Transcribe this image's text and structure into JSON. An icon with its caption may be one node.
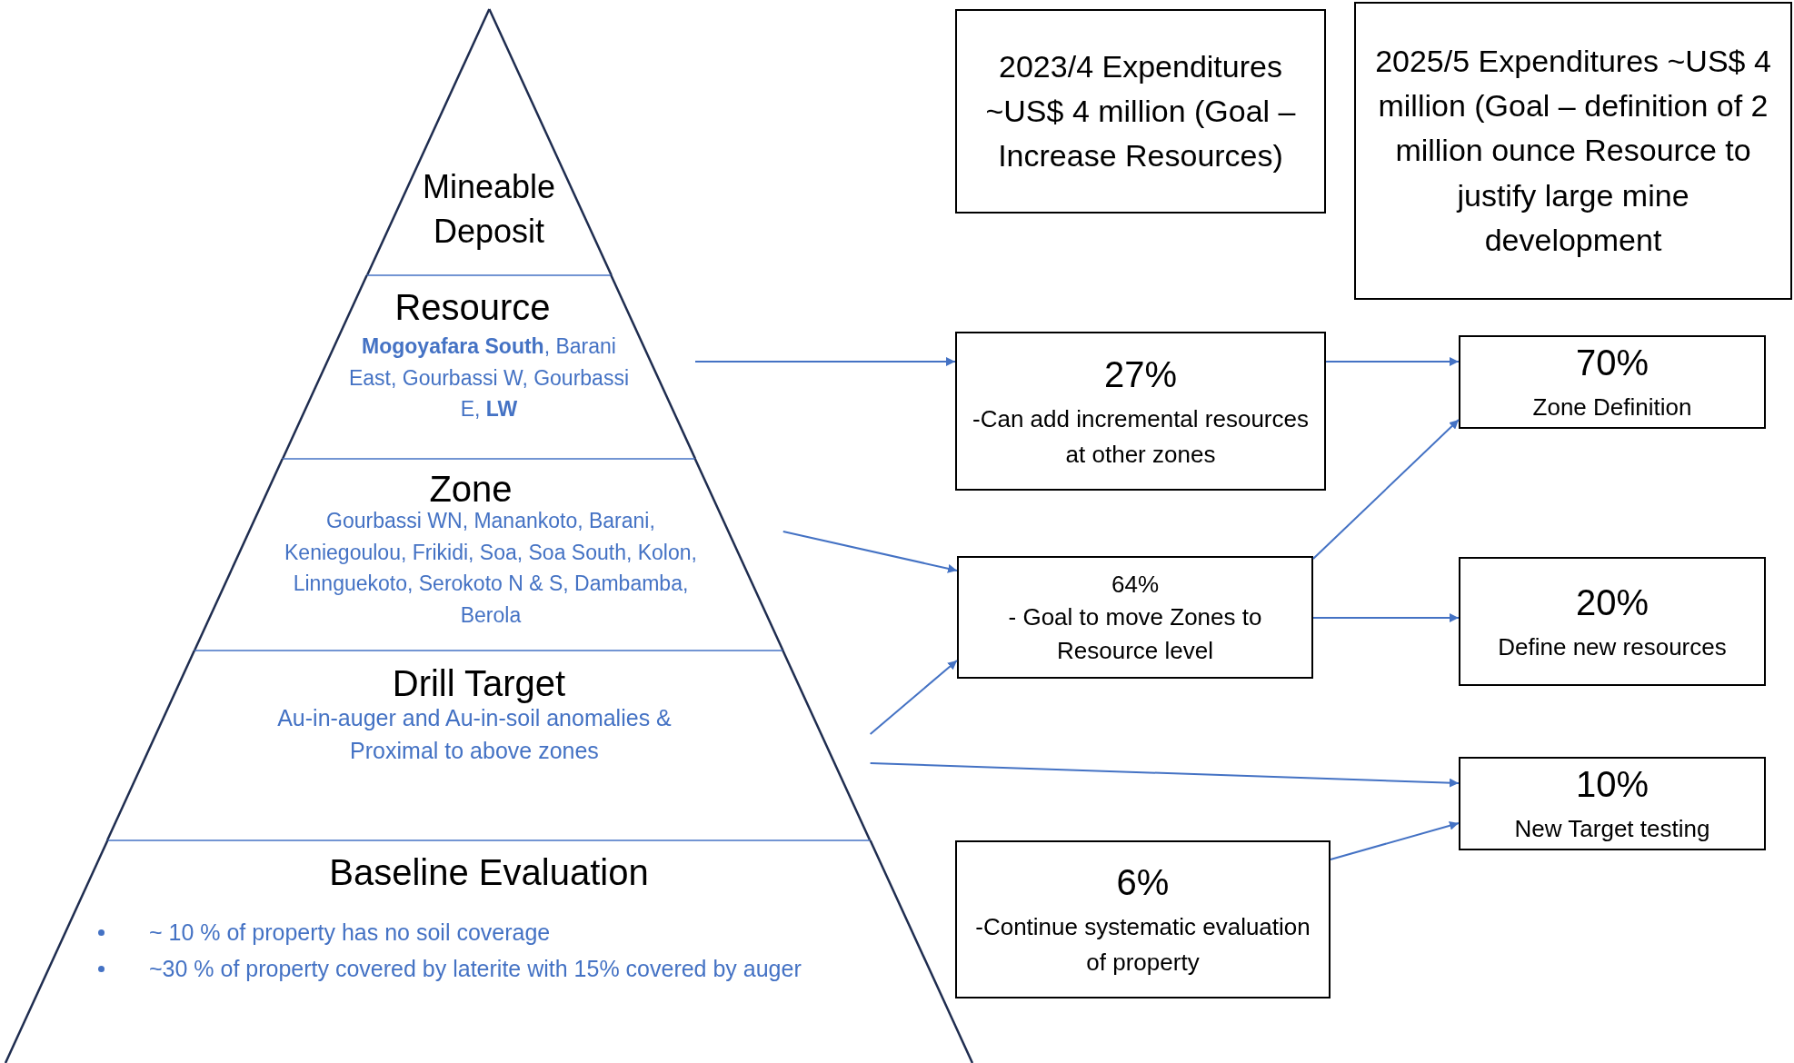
{
  "diagram": {
    "nodes": [
      {
        "text": [
          "Mineable Deposit"
        ]
      },
      {
        "text": [
          "Resource",
          "**Mogoyafara South**, Barani East, Gourbassi W, Gourbassi E, **LW**"
        ]
      },
      {
        "text": [
          "Zone",
          "Gourbassi WN, Manankoto, Barani, Keniegoulou, Frikidi, Soa, Soa South, Kolon, Linnguekoto, Serokoto N & S, Dambamba, Berola"
        ]
      },
      {
        "text": [
          "Drill Target",
          "Au-in-auger and Au-in-soil anomalies & Proximal to above zones"
        ]
      },
      {
        "text": [
          "Baseline Evaluation",
          "~ 10 % of property has no soil coverage",
          "~30 % of property covered by laterite with 15% covered by auger"
        ]
      },
      {
        "text": [
          "2023/4 Expenditures ~US$ 4 million (Goal – Increase Resources)"
        ]
      },
      {
        "text": [
          "2025/5 Expenditures ~US$ 4 million (Goal – definition of 2 million ounce Resource to justify large mine development"
        ]
      },
      {
        "text": [
          "27%",
          "-Can add incremental resources at other zones"
        ]
      },
      {
        "text": [
          "70%",
          "Zone Definition"
        ]
      },
      {
        "text": [
          "64%",
          "- Goal to move Zones to Resource level"
        ]
      },
      {
        "text": [
          "20%",
          "Define new resources"
        ]
      },
      {
        "text": [
          "10%",
          "New Target testing"
        ]
      },
      {
        "text": [
          "6%",
          "-Continue systematic evaluation of property"
        ]
      }
    ],
    "edges": [
      {
        "from": 1,
        "to": 7,
        "arrow": "to"
      },
      {
        "from": 2,
        "to": 9,
        "arrow": "to"
      },
      {
        "from": 3,
        "to": 9,
        "arrow": "to"
      },
      {
        "from": 3,
        "to": 11,
        "arrow": "to"
      },
      {
        "from": 7,
        "to": 8,
        "arrow": "to"
      },
      {
        "from": 9,
        "to": 8,
        "arrow": "to"
      },
      {
        "from": 9,
        "to": 10,
        "arrow": "to"
      },
      {
        "from": 12,
        "to": 11,
        "arrow": "to"
      }
    ]
  }
}
